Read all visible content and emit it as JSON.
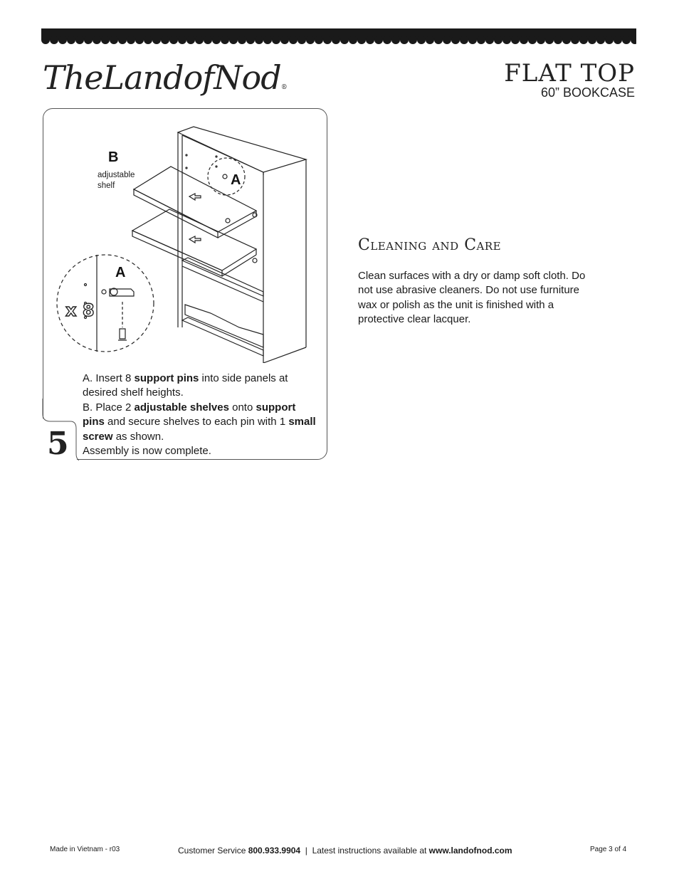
{
  "header": {
    "brand": "TheLandofNod",
    "title": "FLAT TOP",
    "subtitle": "60” BOOKCASE"
  },
  "step": {
    "number": "5",
    "labels": {
      "b_letter": "B",
      "b_caption_1": "adjustable",
      "b_caption_2": "shelf",
      "a_letter_top": "A",
      "a_letter_detail": "A",
      "quantity": "x 8"
    },
    "instructions": {
      "a_prefix": "A.  Insert 8 ",
      "a_bold": "support pins",
      "a_suffix": " into side panels at desired shelf heights.",
      "b_prefix": "B.  Place 2 ",
      "b_bold1": "adjustable shelves",
      "b_mid1": " onto ",
      "b_bold2": "support pins",
      "b_mid2": " and secure shelves to each pin with 1 ",
      "b_bold3": "small screw",
      "b_suffix": " as shown.",
      "complete": "Assembly is now complete."
    }
  },
  "care": {
    "heading": "Cleaning and Care",
    "body": "Clean surfaces with a dry or damp soft cloth. Do not use abrasive cleaners.  Do not use furniture wax or polish as the unit is finished with a protective clear lacquer."
  },
  "footer": {
    "made_in": "Made in Vietnam - r03",
    "cs_label": "Customer Service ",
    "cs_phone": "800.933.9904",
    "sep": "  |  Latest instructions available at ",
    "url": "www.landofnod.com",
    "page": "Page 3 of 4"
  }
}
